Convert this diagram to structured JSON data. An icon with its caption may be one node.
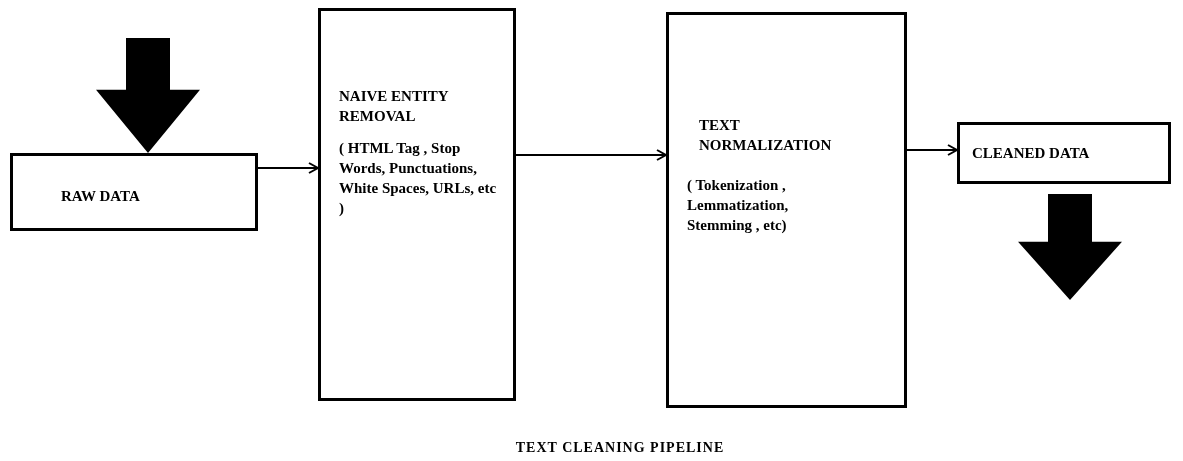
{
  "diagram": {
    "caption": "TEXT CLEANING PIPELINE",
    "nodes": [
      {
        "text": [
          "RAW DATA"
        ]
      },
      {
        "text": [
          "NAIVE ENTITY REMOVAL",
          "( HTML Tag , Stop Words, Punctuations, White Spaces, URLs, etc )"
        ]
      },
      {
        "text": [
          "TEXT NORMALIZATION",
          "( Tokenization , Lemmatization, Stemming , etc)"
        ]
      },
      {
        "text": [
          "CLEANED DATA"
        ]
      }
    ],
    "edges": [
      {
        "from": null,
        "to": 0,
        "arrow": "to",
        "style": "thick"
      },
      {
        "from": 0,
        "to": 1,
        "arrow": "to"
      },
      {
        "from": 1,
        "to": 2,
        "arrow": "to"
      },
      {
        "from": 2,
        "to": 3,
        "arrow": "to"
      },
      {
        "from": 3,
        "to": null,
        "arrow": "to",
        "style": "thick"
      }
    ]
  }
}
